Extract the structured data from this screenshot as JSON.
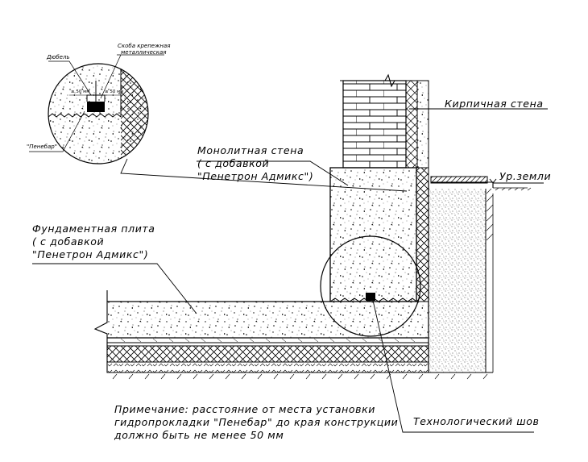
{
  "labels": {
    "brick_wall": "Кирпичная стена",
    "ground_level": "Ур.земли",
    "mono_wall_1": "Монолитная стена",
    "mono_wall_2": "( с добавкой",
    "mono_wall_3": "\"Пенетрон Адмикс\")",
    "slab_1": "Фундаментная плита",
    "slab_2": "( с добавкой",
    "slab_3": "\"Пенетрон Адмикс\")",
    "joint": "Технологический шов",
    "note_1": "Примечание: расстояние от места установки",
    "note_2": "гидропрокладки \"Пенебар\" до края конструкции",
    "note_3": "должно быть не менее 50 мм"
  },
  "inset": {
    "dowel": "Дюбель",
    "bracket_1": "Скоба крепежная",
    "bracket_2": "металлическая",
    "penebar": "\"Пенебар\"",
    "dim_left": "≥ 50 мм",
    "dim_right": "≥ 50 мм"
  }
}
